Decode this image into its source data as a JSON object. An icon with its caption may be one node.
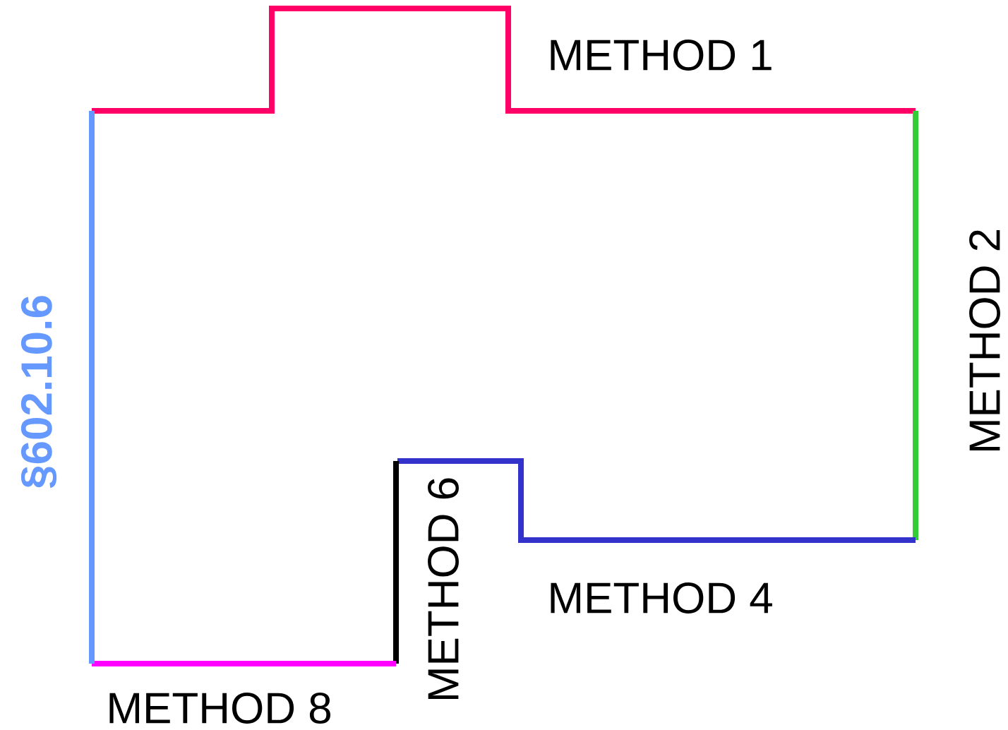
{
  "diagram": {
    "labels": [
      "METHOD 1",
      "§602.10.6",
      "METHOD 2",
      "METHOD 6",
      "METHOD 4",
      "METHOD 8"
    ]
  }
}
